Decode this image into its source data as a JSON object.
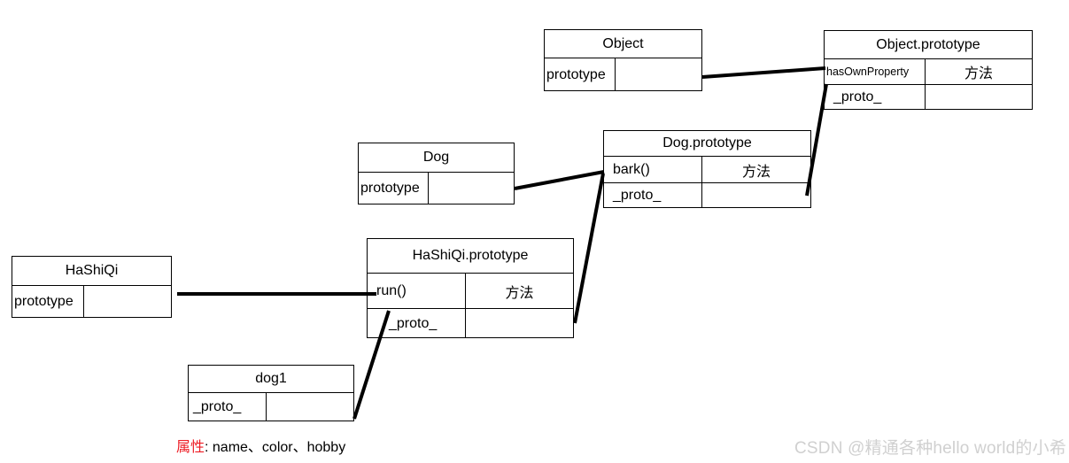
{
  "diagram": {
    "title": "JavaScript prototype chain diagram",
    "stroke_color": "#000000",
    "accent_color": "#ED1C24",
    "watermark_color": "#d0d0d0",
    "boxes": {
      "object": {
        "title": "Object",
        "row1_left": "prototype",
        "row1_right": ""
      },
      "object_prototype": {
        "title": "Object.prototype",
        "row1_left": "hasOwnProperty",
        "row1_right": "方法",
        "row2_left": "_proto_",
        "row2_right": ""
      },
      "dog": {
        "title": "Dog",
        "row1_left": "prototype",
        "row1_right": ""
      },
      "dog_prototype": {
        "title": "Dog.prototype",
        "row1_left": "bark()",
        "row1_right": "方法",
        "row2_left": "_proto_",
        "row2_right": ""
      },
      "hashiqi": {
        "title": "HaShiQi",
        "row1_left": "prototype",
        "row1_right": ""
      },
      "hashiqi_prototype": {
        "title": "HaShiQi.prototype",
        "row1_left": "run()",
        "row1_right": "方法",
        "row2_left": "_proto_",
        "row2_right": ""
      },
      "dog1": {
        "title": "dog1",
        "row1_left": "_proto_",
        "row1_right": ""
      }
    },
    "note": {
      "label": "属性",
      "separator": ": ",
      "value": "name、color、hobby"
    },
    "watermark": "CSDN @精通各种hello world的小希"
  }
}
